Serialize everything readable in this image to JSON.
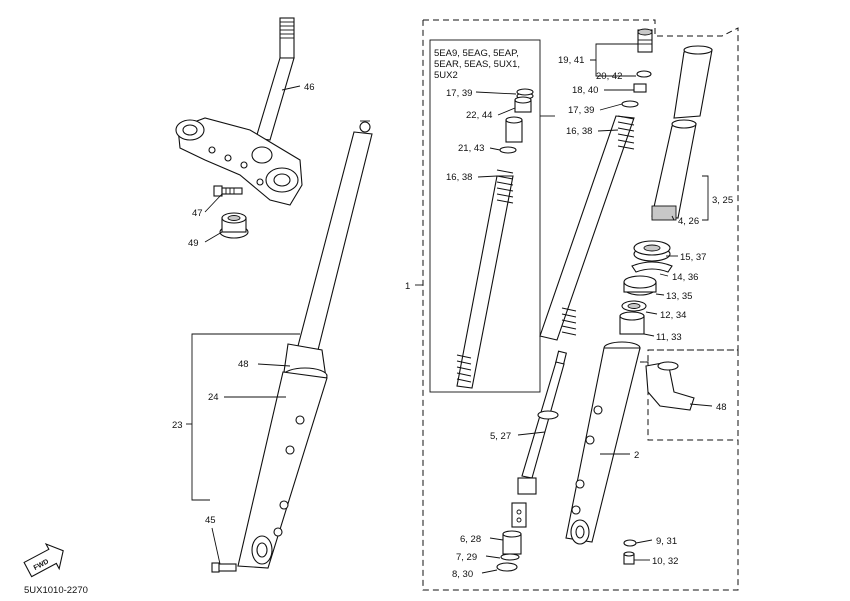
{
  "labels": {
    "p46": "46",
    "p47": "47",
    "p49": "49",
    "p48a": "48",
    "p24": "24",
    "p23": "23",
    "p45": "45",
    "p1": "1",
    "p19_41": "19, 41",
    "p20_42": "20, 42",
    "p18_40": "18, 40",
    "p17_39b": "17, 39",
    "p16_38b": "16, 38",
    "p17_39a": "17, 39",
    "p22_44": "22, 44",
    "p21_43": "21, 43",
    "p16_38a": "16, 38",
    "p3_25": "3, 25",
    "p4_26": "4, 26",
    "p15_37": "15, 37",
    "p14_36": "14, 36",
    "p13_35": "13, 35",
    "p12_34": "12, 34",
    "p11_33": "11, 33",
    "p48b": "48",
    "p2": "2",
    "p5_27": "5, 27",
    "p6_28": "6, 28",
    "p7_29": "7, 29",
    "p8_30": "8, 30",
    "p9_31": "9, 31",
    "p10_32": "10, 32"
  },
  "model_note": {
    "line1": "5EA9, 5EAG, 5EAP,",
    "line2": "5EAR, 5EAS, 5UX1,",
    "line3": "5UX2"
  },
  "fwd_badge": "FWD",
  "diagram_code": "5UX1010-2270"
}
